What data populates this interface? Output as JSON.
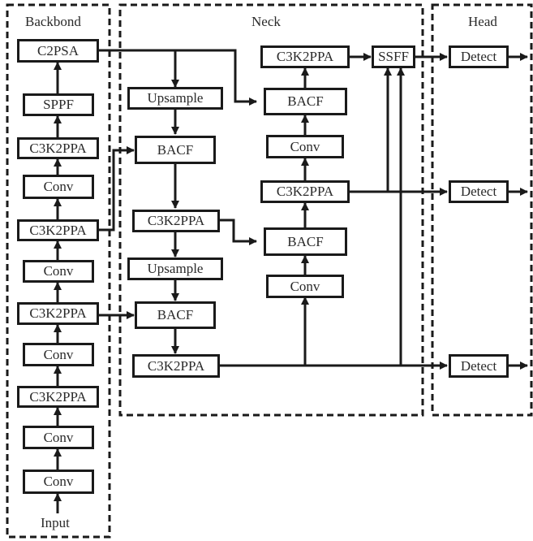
{
  "sections": {
    "backbone": "Backbond",
    "neck": "Neck",
    "head": "Head"
  },
  "backbone": {
    "input": "Input",
    "blocks": [
      "C2PSA",
      "SPPF",
      "C3K2PPA",
      "Conv",
      "C3K2PPA",
      "Conv",
      "C3K2PPA",
      "Conv",
      "C3K2PPA",
      "Conv",
      "Conv"
    ]
  },
  "neck": {
    "left": [
      "Upsample",
      "BACF",
      "C3K2PPA",
      "Upsample",
      "BACF",
      "C3K2PPA"
    ],
    "right": [
      "C3K2PPA",
      "BACF",
      "Conv",
      "C3K2PPA",
      "BACF",
      "Conv"
    ],
    "fusion": "SSFF"
  },
  "head": {
    "blocks": [
      "Detect",
      "Detect",
      "Detect"
    ]
  }
}
